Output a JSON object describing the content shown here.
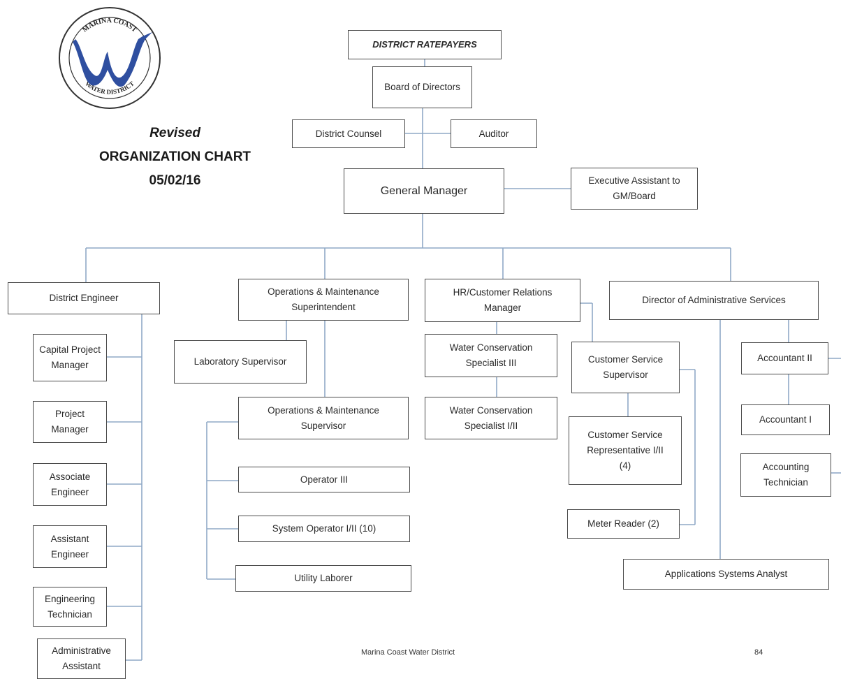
{
  "logo": {
    "top_text": "MARINA COAST",
    "bottom_text": "WATER DISTRICT"
  },
  "title": {
    "line1": "Revised",
    "line2": "ORGANIZATION CHART",
    "line3": "05/02/16"
  },
  "boxes": {
    "ratepayers": "DISTRICT RATEPAYERS",
    "board": "Board of Directors",
    "counsel": "District Counsel",
    "auditor": "Auditor",
    "gm": "General Manager",
    "exec_assistant": [
      "Executive Assistant to",
      "GM/Board"
    ],
    "district_engineer": "District Engineer",
    "capital_pm": [
      "Capital Project",
      "Manager"
    ],
    "project_manager": [
      "Project",
      "Manager"
    ],
    "associate_engineer": [
      "Associate",
      "Engineer"
    ],
    "assistant_engineer": [
      "Assistant",
      "Engineer"
    ],
    "engineering_technician": [
      "Engineering",
      "Technician"
    ],
    "administrative_assistant": [
      "Administrative",
      "Assistant"
    ],
    "om_superintendent": [
      "Operations & Maintenance",
      "Superintendent"
    ],
    "lab_supervisor": "Laboratory Supervisor",
    "om_supervisor": [
      "Operations & Maintenance",
      "Supervisor"
    ],
    "operator_iii": "Operator III",
    "system_operator": "System Operator I/II (10)",
    "utility_laborer": "Utility Laborer",
    "hr_manager": [
      "HR/Customer Relations",
      "Manager"
    ],
    "wcs_iii": [
      "Water Conservation",
      "Specialist III"
    ],
    "wcs_i_ii": [
      "Water Conservation",
      "Specialist I/II"
    ],
    "cs_supervisor": [
      "Customer Service",
      "Supervisor"
    ],
    "cs_rep": [
      "Customer Service",
      "Representative I/II",
      "(4)"
    ],
    "meter_reader": "Meter Reader (2)",
    "director_admin": "Director of Administrative Services",
    "accountant_ii": "Accountant II",
    "accountant_i": "Accountant I",
    "accounting_technician": [
      "Accounting",
      "Technician"
    ],
    "apps_analyst": "Applications Systems Analyst"
  },
  "footer": {
    "org": "Marina Coast Water District",
    "page": "84"
  },
  "colors": {
    "connector": "#8fa9c6",
    "box_border": "#4a4a4a",
    "logo_blue": "#2f4fa0"
  }
}
